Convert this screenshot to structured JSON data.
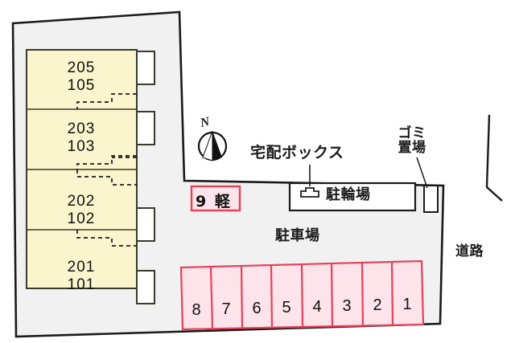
{
  "plan": {
    "title": "Apartment site plan",
    "colors": {
      "site_fill": "#f1f1f1",
      "site_stroke": "#1a1a1a",
      "building_fill": "#faf5cd",
      "building_stroke": "#3a3a2a",
      "stall_fill": "#fde4ea",
      "stall_stroke": "#e8405a",
      "text": "#111111"
    },
    "building": {
      "units": [
        {
          "upper": "205",
          "lower": "105"
        },
        {
          "upper": "203",
          "lower": "103"
        },
        {
          "upper": "202",
          "lower": "102"
        },
        {
          "upper": "201",
          "lower": "101"
        }
      ]
    },
    "parking": {
      "area_label": "駐車場",
      "stalls": [
        "8",
        "7",
        "6",
        "5",
        "4",
        "3",
        "2",
        "1"
      ],
      "kei_stall_label": "9 軽"
    },
    "facilities": {
      "delivery_box_label": "宅配ボックス",
      "bicycle_parking_label": "駐輪場",
      "trash_area_label": [
        "ゴミ",
        "置場"
      ]
    },
    "surroundings": {
      "road_label": "道路"
    },
    "compass": {
      "north_label": "N",
      "icon": "compass-rose-icon"
    }
  }
}
